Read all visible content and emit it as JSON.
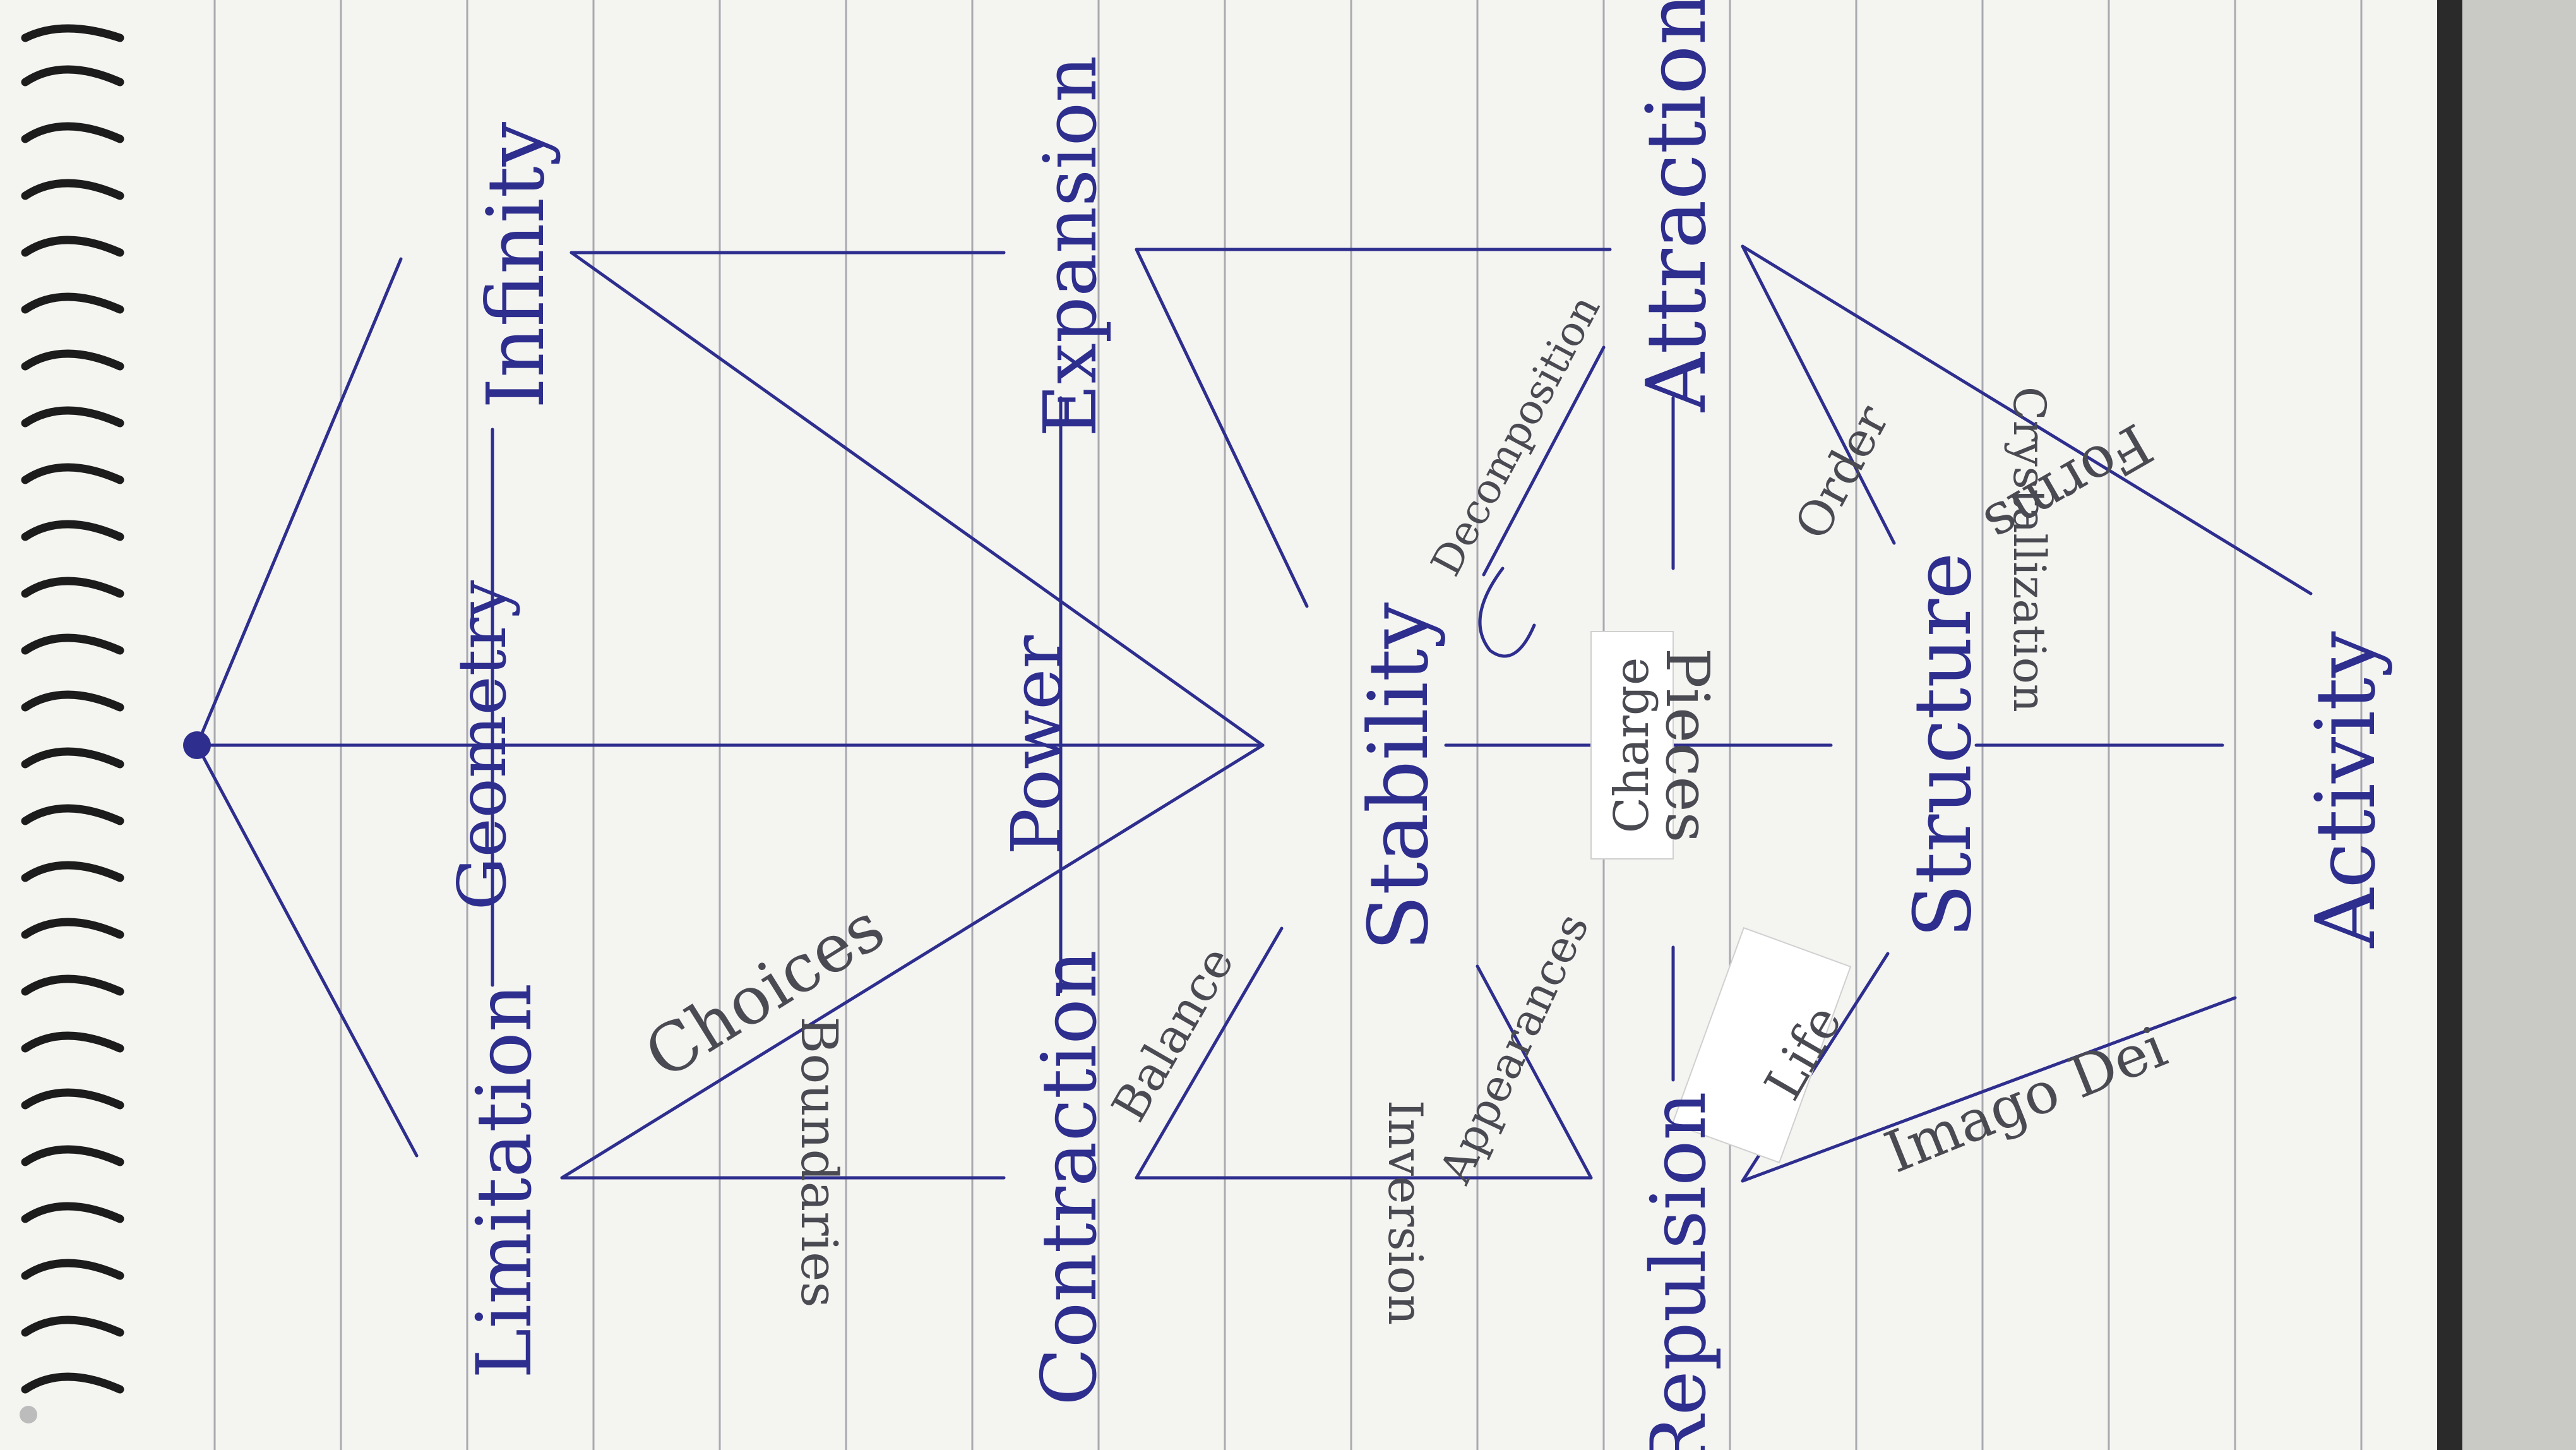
{
  "nodes": {
    "limitation": "Limitation",
    "geometry": "Geometry",
    "infinity": "Infinity",
    "contraction": "Contraction",
    "power": "Power",
    "expansion": "Expansion",
    "stability": "Stability",
    "repulsion": "Repulsion",
    "charge": "Charge",
    "pieces": "Pieces",
    "attraction": "Attraction",
    "structure": "Structure",
    "activity": "Activity"
  },
  "edge_labels": {
    "choices": "Choices",
    "boundaries": "Boundaries",
    "balance": "Balance",
    "inversion": "Inversion",
    "appearances": "Appearances",
    "decomposition": "Decomposition",
    "life": "Life",
    "imago_dei": "Imago Dei",
    "order": "Order",
    "crystallization": "Crystallization",
    "forms": "Forms"
  },
  "colors": {
    "ink_blue": "#2e2e8e",
    "ink_dark": "#4a4a52",
    "paper": "#f4f4f1",
    "rule_lines": "#a9a9b0",
    "spiral": "#1c1c1c",
    "background": "#8f8f8d"
  }
}
